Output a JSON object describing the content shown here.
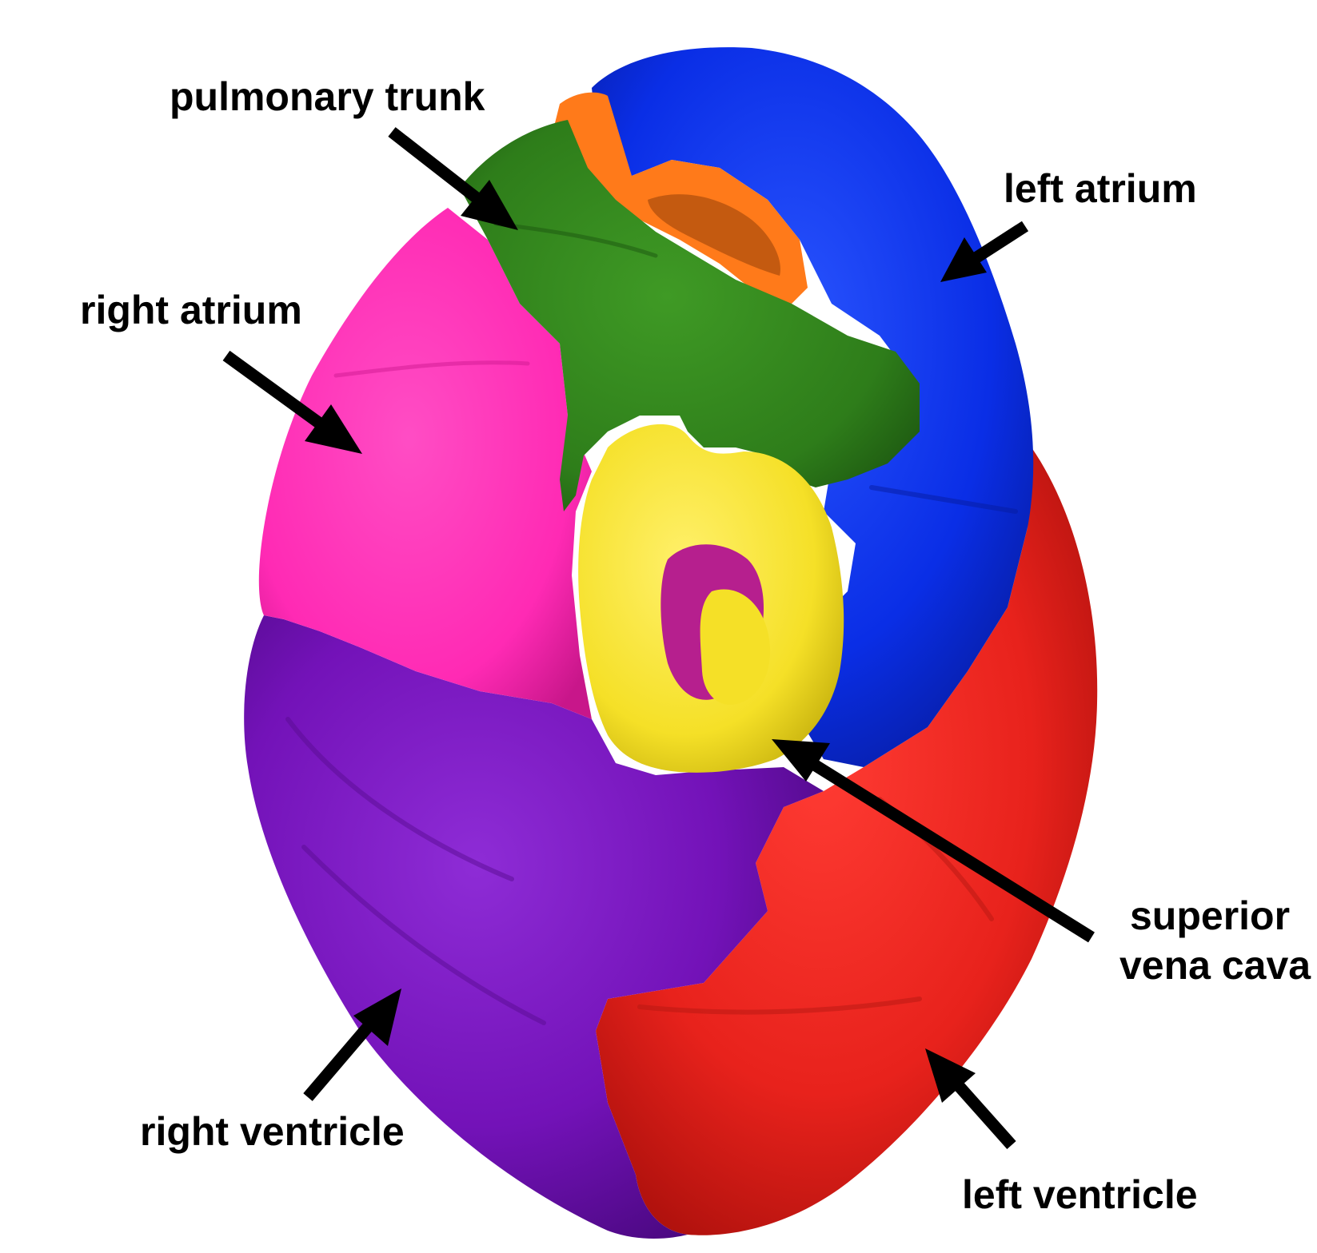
{
  "labels": {
    "pulmonary_trunk": "pulmonary trunk",
    "left_atrium": "left atrium",
    "right_atrium": "right atrium",
    "superior_vena_cava_line1": "superior",
    "superior_vena_cava_line2": "vena cava",
    "right_ventricle": "right ventricle",
    "left_ventricle": "left ventricle"
  },
  "colors": {
    "background": "#ffffff",
    "pulmonary_trunk": "#2e7d1a",
    "aorta": "#ff7a1a",
    "left_atrium": "#0a2ee6",
    "right_atrium": "#ff2ab4",
    "superior_vena_cava": "#f5e027",
    "right_ventricle": "#7312b8",
    "left_ventricle": "#e8221c",
    "label_text": "#000000",
    "arrow": "#000000"
  }
}
